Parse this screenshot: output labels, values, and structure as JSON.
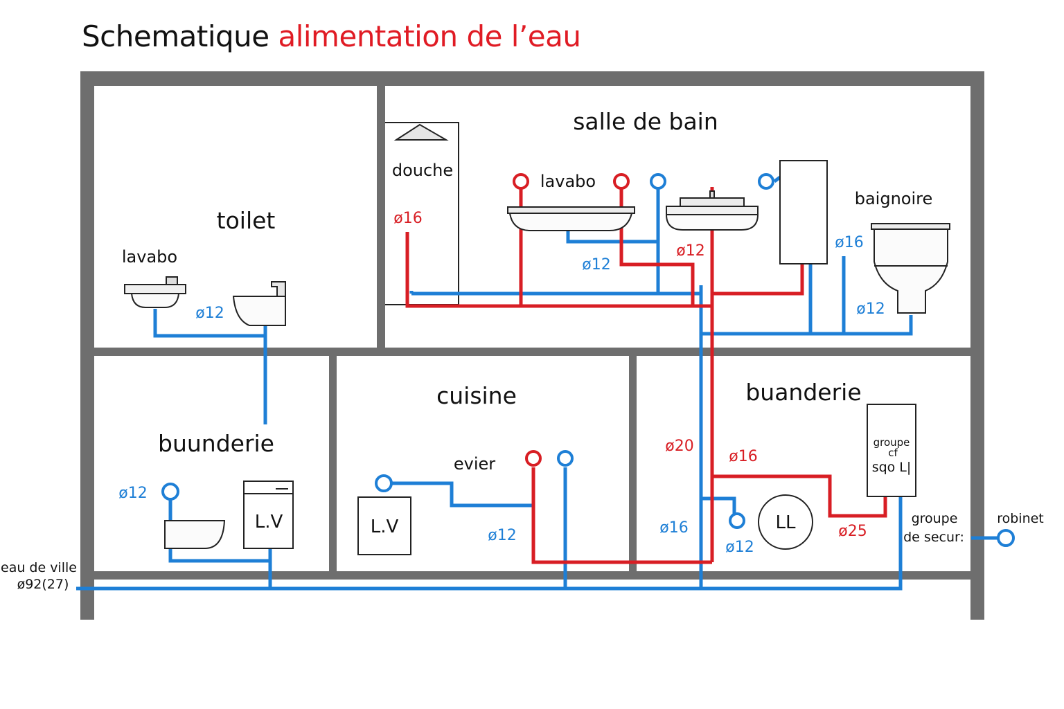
{
  "title": {
    "main": "Schematique",
    "highlight": "alimentation de l’eau"
  },
  "colors": {
    "cold": "#1e7fd6",
    "hot": "#d81e24",
    "wall": "#6e6e6e",
    "fixture_fill": "#f4f4f4"
  },
  "rooms": {
    "toilet": "toilet",
    "salle_de_bain": "salle de bain",
    "cuisine": "cuisine",
    "buanderie": "buanderie",
    "buunderie": "buunderie"
  },
  "fixtures": {
    "douche": "douche",
    "lavabo_sdb": "lavabo",
    "baignoire": "baignoire",
    "lavabo_toilet": "lavabo",
    "evier": "evier",
    "lv_left": "L.V",
    "lv_cuisine": "L.V",
    "ll": "LL",
    "groupe_box_1": "groupe",
    "groupe_box_2": "cf",
    "groupe_box_3": "sqo L|",
    "groupe_secur_1": "groupe",
    "groupe_secur_2": "de secur:",
    "robinet": "robinet",
    "eau_de_ville_1": "eau de ville",
    "eau_de_ville_2": "ø92(27)"
  },
  "dimensions": {
    "toilet_12": "ø12",
    "douche_16": "ø16",
    "sdb_lavabo_12": "ø12",
    "sdb_12_red": "ø12",
    "baignoire_16": "ø16",
    "baignoire_12": "ø12",
    "buun_12": "ø12",
    "cuisine_12": "ø12",
    "buand_20": "ø20",
    "buand_16_red": "ø16",
    "buand_16_blue": "ø16",
    "buand_12": "ø12",
    "buand_25": "ø25"
  }
}
